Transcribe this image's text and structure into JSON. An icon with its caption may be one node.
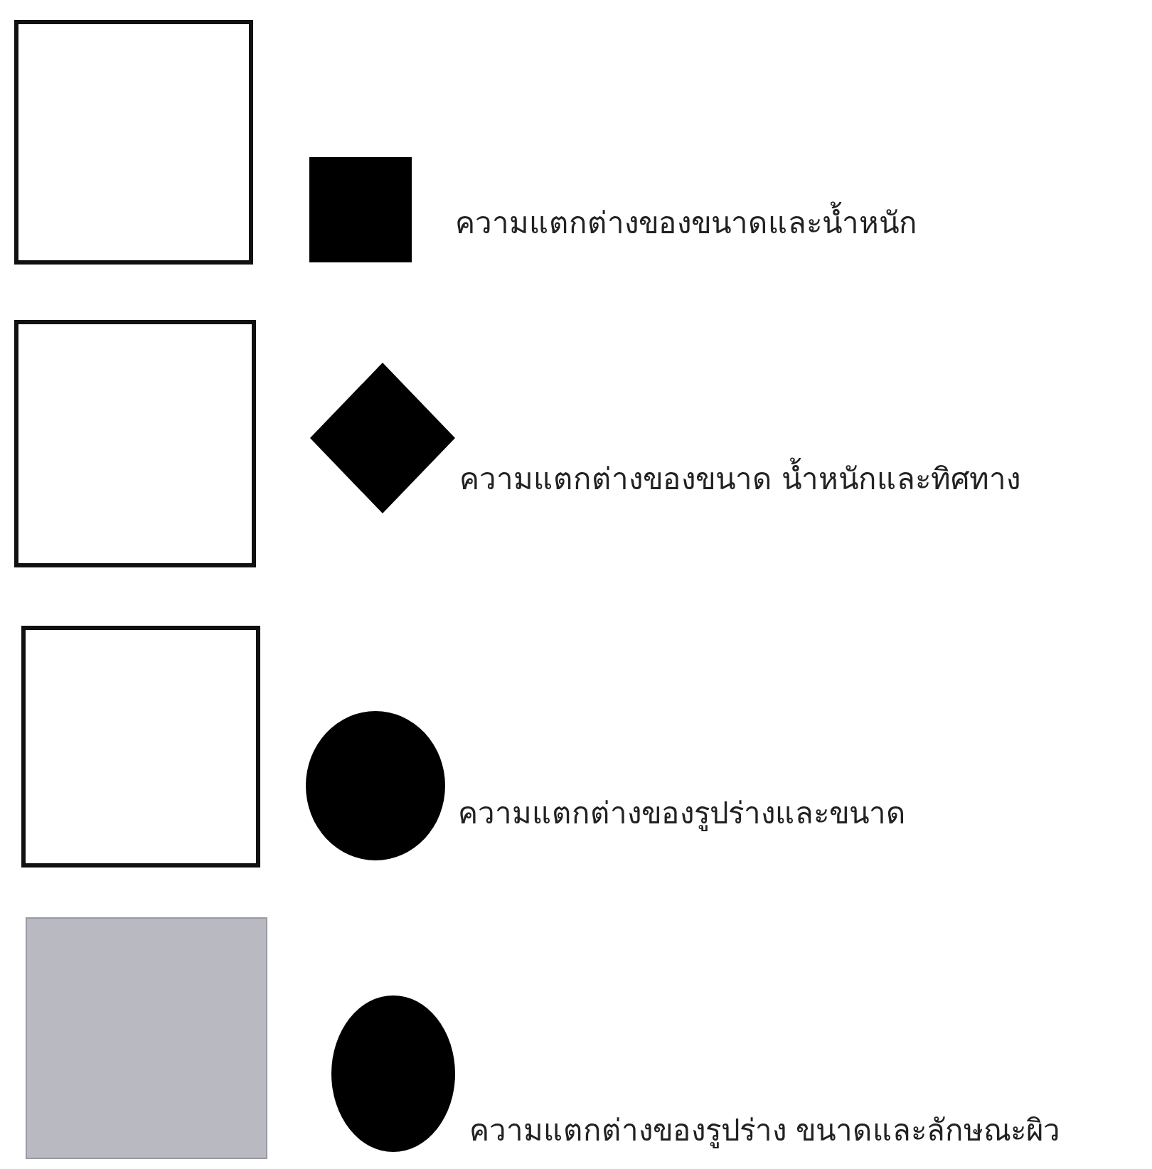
{
  "diagram": {
    "nodes": [
      {
        "text": [],
        "shape": "box"
      },
      {
        "text": [],
        "shape": "box",
        "beside": [
          "ความแตกต่างของขนาดและน้ำหนัก"
        ]
      },
      {
        "text": [],
        "shape": "box"
      },
      {
        "text": [],
        "shape": "diamond",
        "beside": [
          "ความแตกต่างของขนาด น้ำหนักและทิศทาง"
        ]
      },
      {
        "text": [],
        "shape": "box"
      },
      {
        "text": [],
        "shape": "circle",
        "beside": [
          "ความแตกต่างของรูปร่างและขนาด"
        ]
      },
      {
        "text": [],
        "shape": "box"
      },
      {
        "text": [],
        "shape": "circle",
        "beside": [
          "ความแตกต่างของรูปร่าง ขนาดและลักษณะผิว"
        ]
      }
    ]
  }
}
